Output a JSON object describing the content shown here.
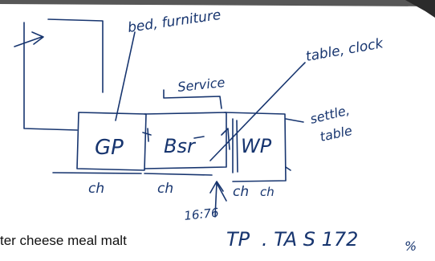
{
  "colors": {
    "ink": "#17356f",
    "print": "#111111",
    "paper": "#ffffff",
    "corner_shade": "#3a3a3a"
  },
  "labels": {
    "bed_furniture": "bed, furniture",
    "table_clock": "table, clock",
    "service": "Service",
    "settle_table_1": "settle,",
    "settle_table_2": "table",
    "room_gp": "GP",
    "room_bsr": "Bsr",
    "room_wp": "WP",
    "ch_1": "ch",
    "ch_2": "ch",
    "ch_3": "ch",
    "ch_mark": "ch",
    "num_1676": "16:76",
    "tp": "TP",
    "tas": ". TA S 172",
    "tas_mark": "%"
  },
  "printed_text": "ter cheese meal malt"
}
